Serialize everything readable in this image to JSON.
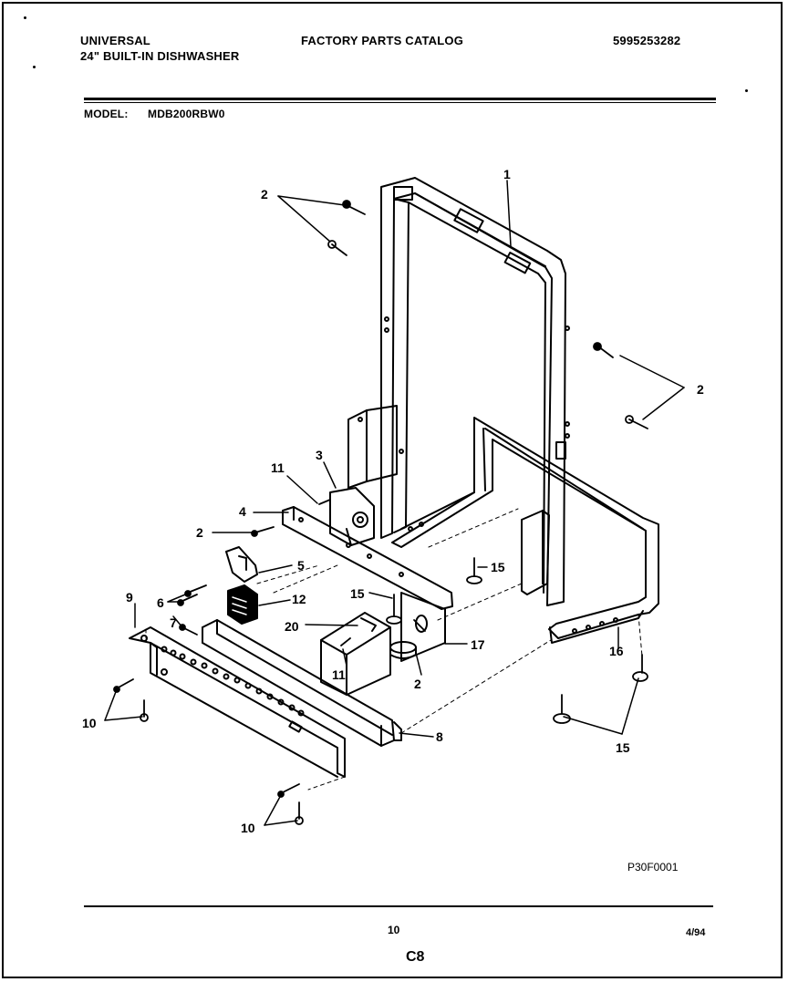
{
  "header": {
    "brand": "UNIVERSAL",
    "product": "24\" BUILT-IN DISHWASHER",
    "catalog_title": "FACTORY PARTS CATALOG",
    "catalog_number": "5995253282",
    "model_label": "MODEL:",
    "model_value": "MDB200RBW0"
  },
  "diagram": {
    "callouts": {
      "c1": "1",
      "c2a": "2",
      "c2b": "2",
      "c2c": "2",
      "c2d": "2",
      "c3": "3",
      "c4": "4",
      "c5": "5",
      "c6": "6",
      "c7": "7",
      "c8": "8",
      "c9": "9",
      "c10a": "10",
      "c10b": "10",
      "c11a": "11",
      "c11b": "11",
      "c12": "12",
      "c15a": "15",
      "c15b": "15",
      "c15c": "15",
      "c16": "16",
      "c17": "17",
      "c20": "20"
    },
    "drawing_code": "P30F0001"
  },
  "footer": {
    "page_number": "10",
    "date": "4/94",
    "section": "C8"
  }
}
